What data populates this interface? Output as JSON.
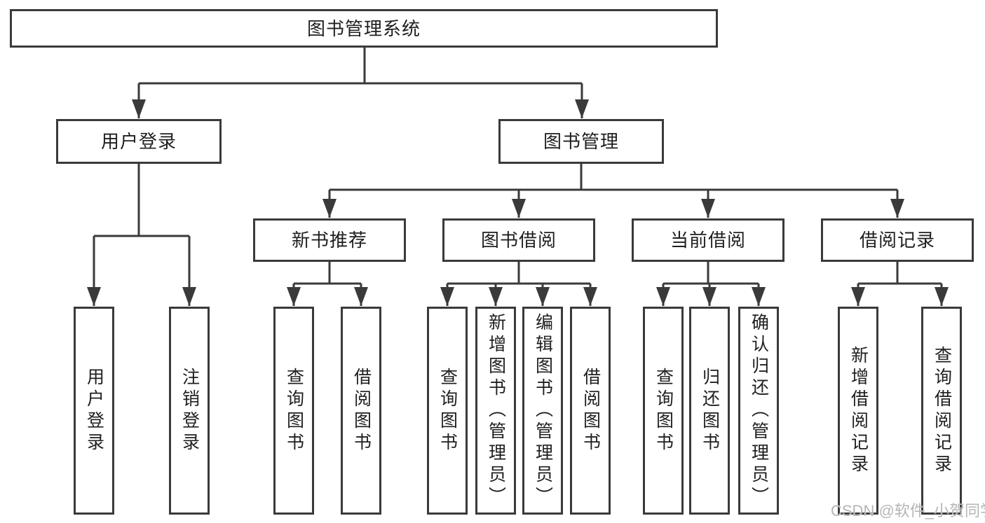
{
  "diagram": {
    "root_label": "图书管理系统",
    "level2": [
      "用户登录",
      "图书管理"
    ],
    "level3": [
      "新书推荐",
      "图书借阅",
      "当前借阅",
      "借阅记录"
    ],
    "leaves": [
      "用户登录",
      "注销登录",
      "查询图书",
      "借阅图书",
      "查询图书",
      "新增图书（管理员）",
      "编辑图书（管理员）",
      "借阅图书",
      "查询图书",
      "归还图书",
      "确认归还（管理员）",
      "新增借阅记录",
      "查询借阅记录"
    ],
    "watermark_text": "CSDN @软件_小贺同学",
    "colors": {
      "line": "#3a3a3a",
      "text": "#1f1f1f",
      "background": "#ffffff",
      "watermark": "#b5b5b5"
    }
  }
}
